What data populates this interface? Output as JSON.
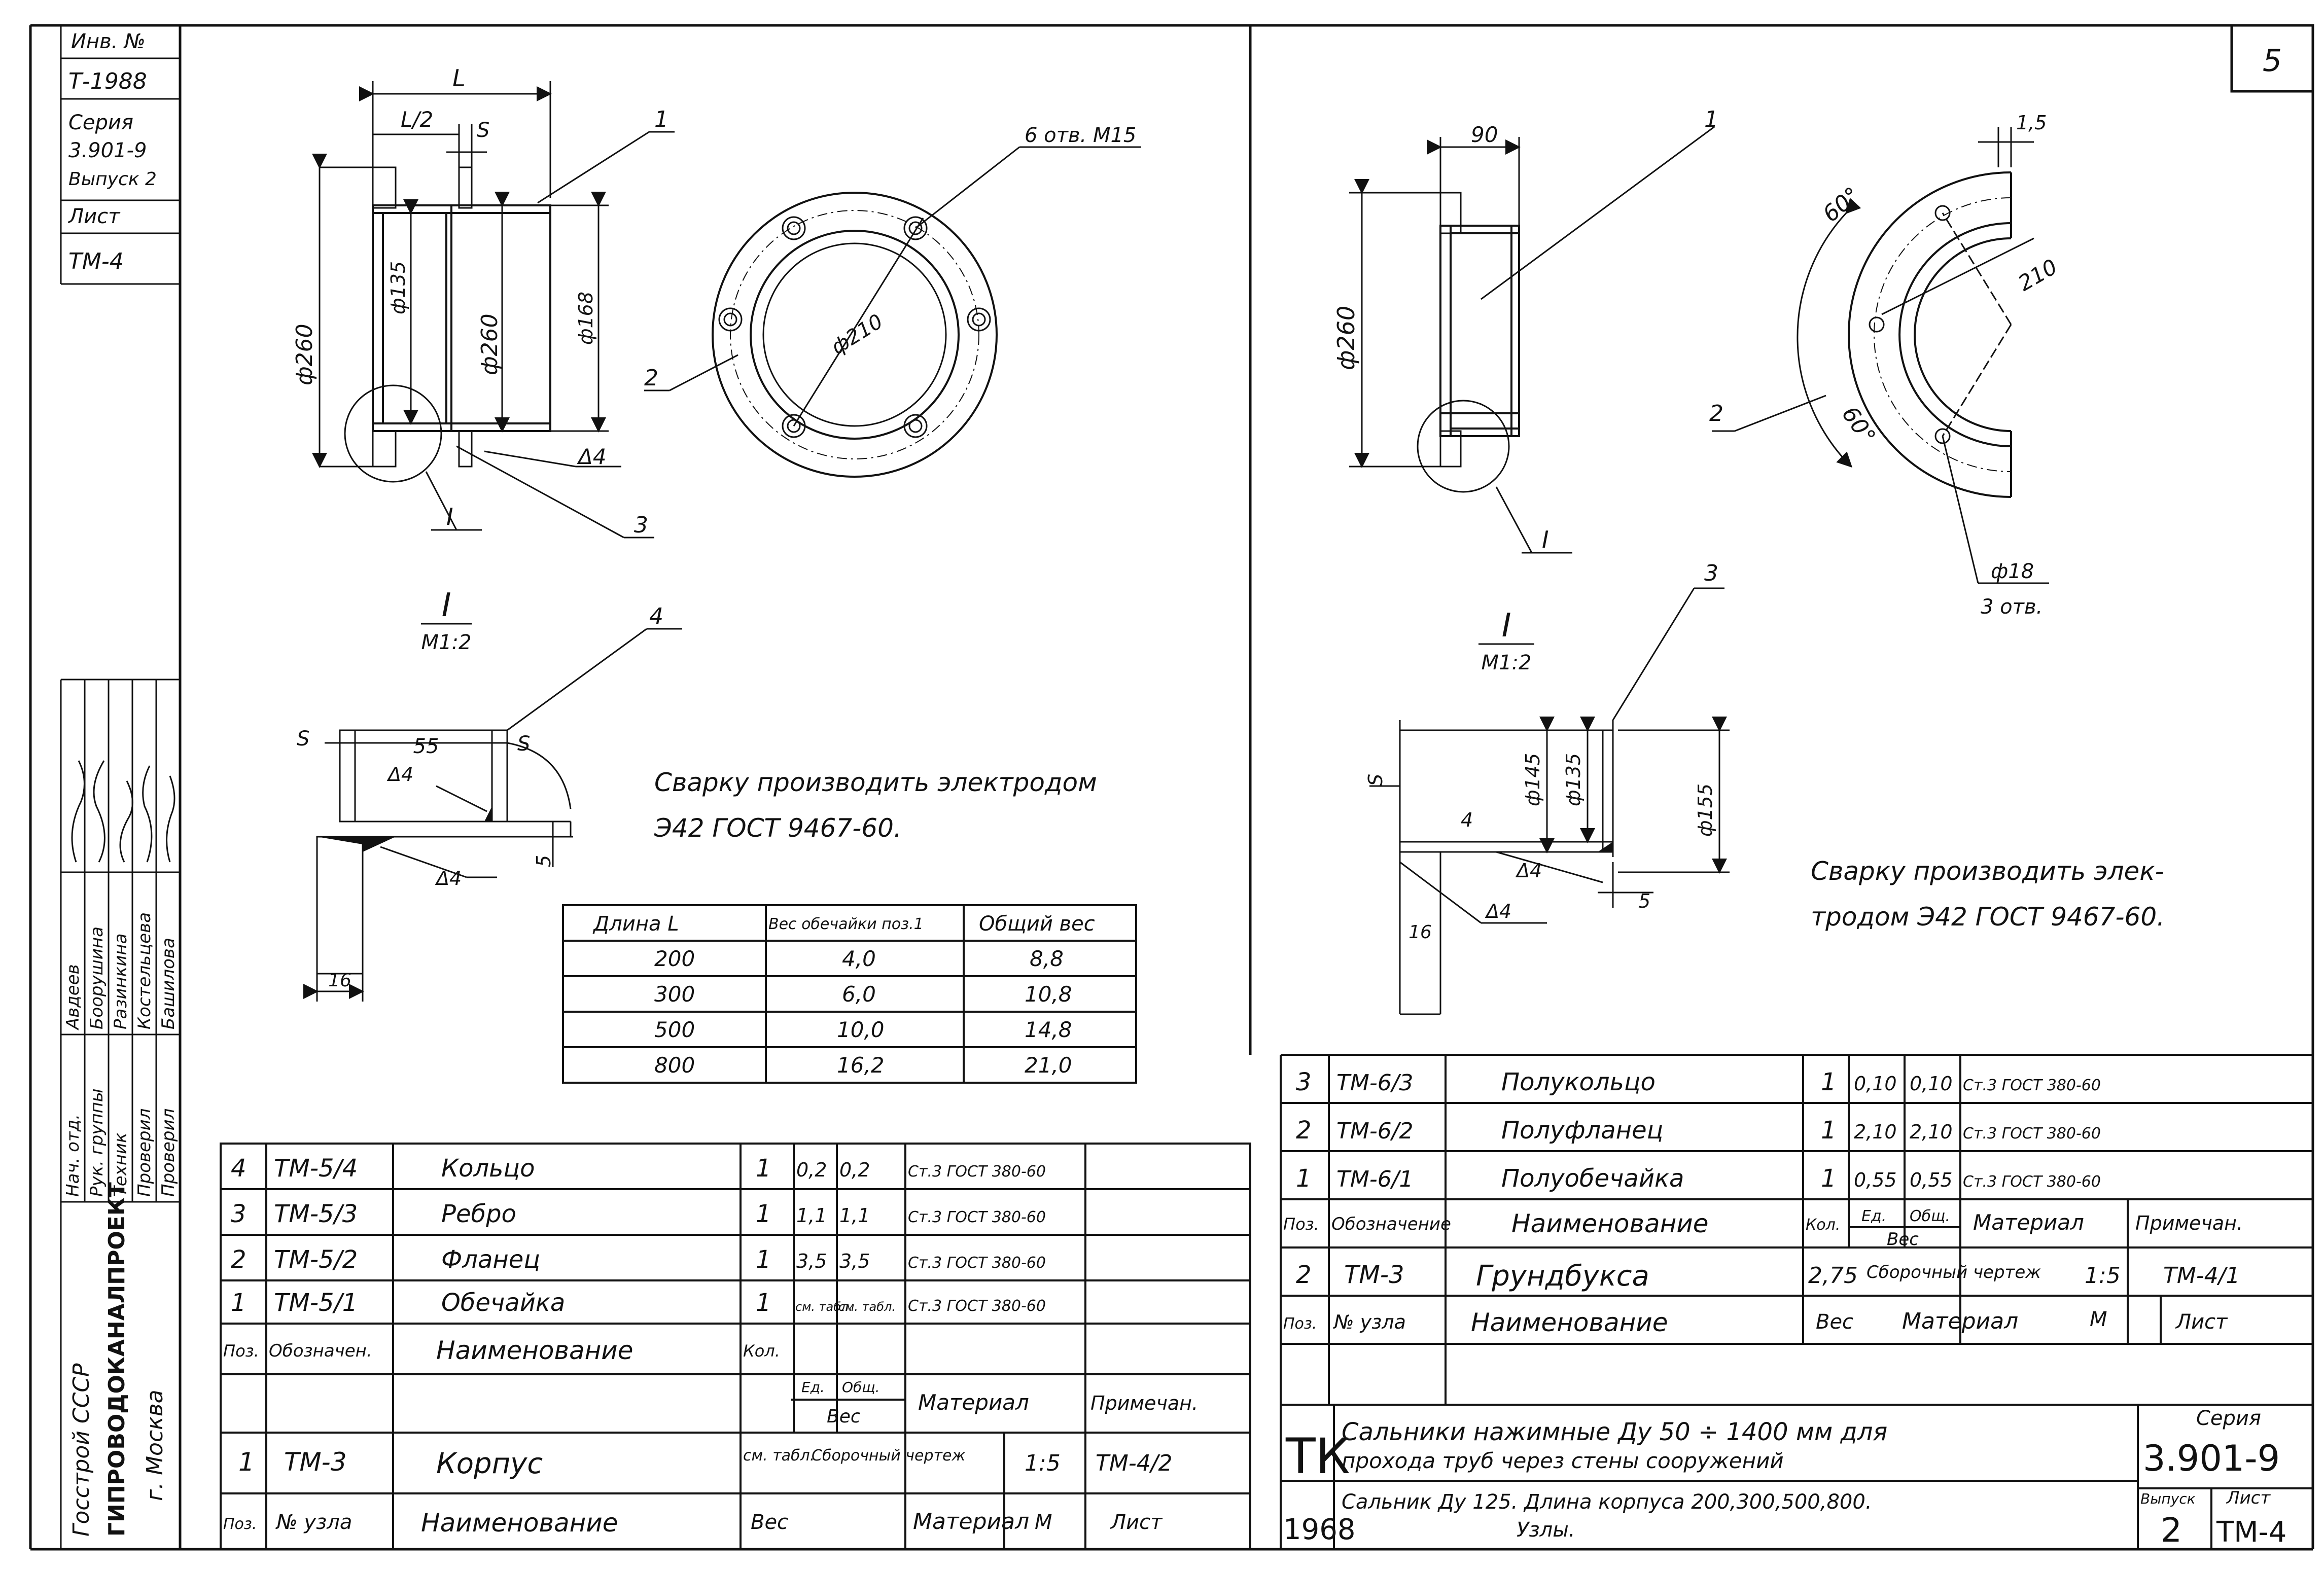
{
  "sheet_number": "5",
  "side_strip": {
    "inv": "Инв. №",
    "inv_value": "Т-1988",
    "series_label": "Серия",
    "series_value": "3.901-9",
    "issue_value": "Выпуск 2",
    "sheet_label": "Лист",
    "sheet_value": "ТМ-4",
    "roles": [
      "Нач. отд.",
      "Рук. группы",
      "Техник",
      "Проверил",
      "Проверил"
    ],
    "names": [
      "Авдеев",
      "Боорушина",
      "Разинкина",
      "Костельцева",
      "Башилова"
    ],
    "org": [
      "Госстрой СССР",
      "ГИПРОВОДОКАНАЛПРОЕКТ",
      "г. Москва"
    ]
  },
  "left": {
    "dim_L": "L",
    "dim_L2": "L/2",
    "dim_s": "S",
    "callout_1": "1",
    "callout_2": "2",
    "callout_3": "3",
    "callout_4": "4",
    "dia_260_outer": "ф260",
    "dia_135": "ф135",
    "dia_260": "ф260",
    "dia_168": "ф168",
    "delta4": "Δ4",
    "holes": "6 отв. М15",
    "dia_210": "ф210",
    "view_mark": "I",
    "view_title": "I",
    "view_scale": "М1:2",
    "detail_s": "S",
    "detail_55": "55",
    "detail_s2": "S",
    "detail_d4a": "Δ4",
    "detail_d4b": "Δ4",
    "detail_5": "5",
    "detail_16": "16",
    "weld_note_1": "Сварку производить электродом",
    "weld_note_2": "Э42 ГОСТ 9467-60.",
    "length_table": {
      "headers": [
        "Длина L",
        "Вес обечайки поз.1",
        "Общий вес"
      ],
      "rows": [
        [
          "200",
          "4,0",
          "8,8"
        ],
        [
          "300",
          "6,0",
          "10,8"
        ],
        [
          "500",
          "10,0",
          "14,8"
        ],
        [
          "800",
          "16,2",
          "21,0"
        ]
      ]
    },
    "spec": {
      "rows": [
        [
          "4",
          "ТМ-5/4",
          "Кольцо",
          "1",
          "0,2",
          "0,2",
          "Ст.3 ГОСТ 380-60"
        ],
        [
          "3",
          "ТМ-5/3",
          "Ребро",
          "1",
          "1,1",
          "1,1",
          "Ст.3 ГОСТ 380-60"
        ],
        [
          "2",
          "ТМ-5/2",
          "Фланец",
          "1",
          "3,5",
          "3,5",
          "Ст.3 ГОСТ 380-60"
        ],
        [
          "1",
          "ТМ-5/1",
          "Обечайка",
          "1",
          "см. табл.",
          "см. табл.",
          "Ст.3 ГОСТ 380-60"
        ]
      ],
      "header": [
        "Поз.",
        "Обозначен.",
        "Наименование",
        "Кол.",
        "Ед.",
        "Общ.",
        "Вес",
        "Материал",
        "Примечан."
      ],
      "assembly_row": [
        "1",
        "ТМ-3",
        "Корпус",
        "см. табл.",
        "Сборочный чертеж",
        "1:5",
        "ТМ-4/2"
      ],
      "assembly_header": [
        "Поз.",
        "№ узла",
        "Наименование",
        "Вес",
        "Материал",
        "М",
        "Лист"
      ]
    }
  },
  "right": {
    "dim_90": "90",
    "dim_15": "1,5",
    "callout_1": "1",
    "callout_2": "2",
    "callout_3": "3",
    "dia_260": "ф260",
    "angle_top": "60°",
    "angle_bot": "60°",
    "dia_210": "210",
    "holes_a": "ф18",
    "holes_b": "3 отв.",
    "view_mark": "I",
    "view_title": "I",
    "view_scale": "М1:2",
    "det_s": "S",
    "det_145": "ф145",
    "det_135": "ф135",
    "det_155": "ф155",
    "det_4": "4",
    "det_d4a": "Δ4",
    "det_d4b": "Δ4",
    "det_5": "5",
    "det_16": "16",
    "weld_note_1": "Сварку производить элек-",
    "weld_note_2": "тродом Э42 ГОСТ 9467-60.",
    "spec": {
      "rows": [
        [
          "3",
          "ТМ-6/3",
          "Полукольцо",
          "1",
          "0,10",
          "0,10",
          "Ст.3 ГОСТ 380-60"
        ],
        [
          "2",
          "ТМ-6/2",
          "Полуфланец",
          "1",
          "2,10",
          "2,10",
          "Ст.3 ГОСТ 380-60"
        ],
        [
          "1",
          "ТМ-6/1",
          "Полуобечайка",
          "1",
          "0,55",
          "0,55",
          "Ст.3 ГОСТ 380-60"
        ]
      ],
      "header": [
        "Поз.",
        "Обозначение",
        "Наименование",
        "Кол.",
        "Ед.",
        "Общ.",
        "Вес",
        "Материал",
        "Примечан."
      ],
      "assembly_row": [
        "2",
        "ТМ-3",
        "Грундбукса",
        "2,75",
        "Сборочный чертеж",
        "1:5",
        "ТМ-4/1"
      ],
      "assembly_header": [
        "Поз.",
        "№ узла",
        "Наименование",
        "Вес",
        "Материал",
        "М",
        "Лист"
      ]
    },
    "title_block": {
      "tk": "ТК",
      "year": "1968",
      "title_1": "Сальники нажимные Ду 50 ÷ 1400 мм для",
      "title_2": "прохода труб через стены сооружений",
      "title_3": "Сальник Ду 125. Длина корпуса 200,300,500,800.",
      "title_4": "Узлы.",
      "series_label": "Серия",
      "series_value": "3.901-9",
      "issue_label": "Выпуск",
      "issue_value": "2",
      "sheet_label": "Лист",
      "sheet_value": "ТМ-4"
    }
  }
}
